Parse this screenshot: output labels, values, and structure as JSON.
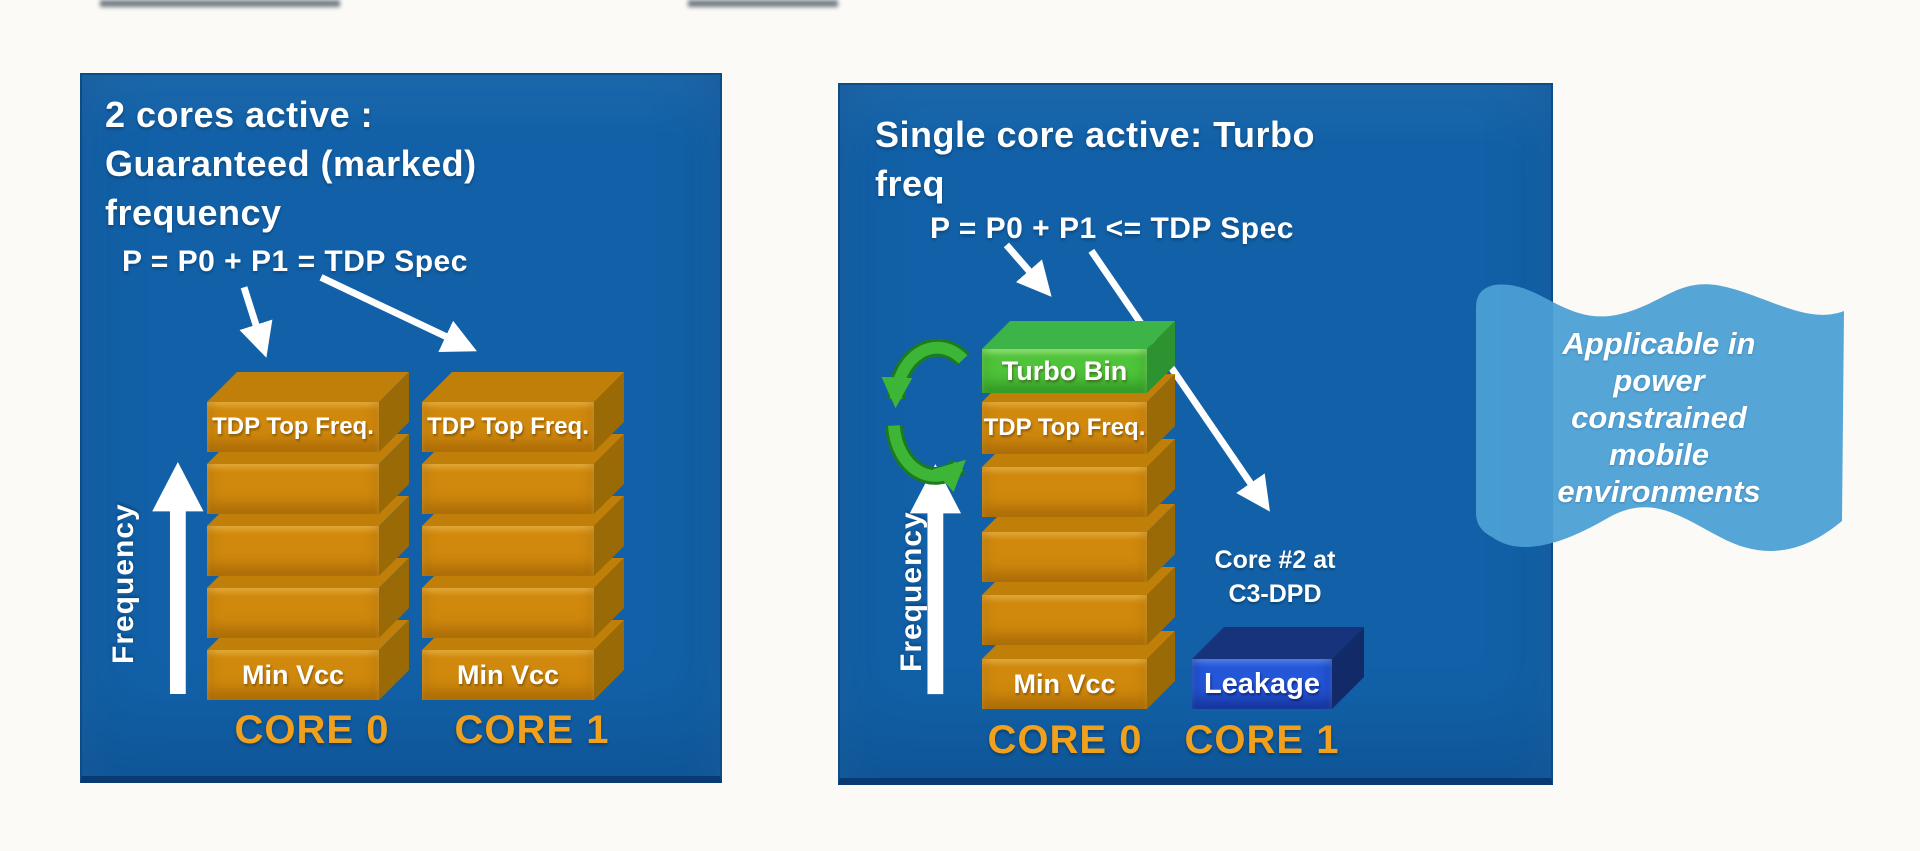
{
  "colors": {
    "page_bg": "#fbfaf7",
    "panel_blue": "#1261a8",
    "panel_edge": "#0c4d88",
    "block_orange_front": "#d0890c",
    "block_orange_top": "#c07f08",
    "block_orange_side": "#9a6a06",
    "block_green_front": "#4fc43a",
    "block_green_top": "#3cb448",
    "block_green_side": "#2d9330",
    "leakage_front": "#2456d8",
    "leakage_top": "#16337c",
    "leakage_side": "#122a68",
    "core_label_gold": "#efa01c",
    "flag_blue": "#4a9fd4",
    "arrow_white": "#ffffff",
    "cycle_green": "#3db637",
    "cycle_green_dark": "#1d7a1d"
  },
  "left_panel": {
    "title_lines": [
      "2 cores active :",
      "Guaranteed (marked)",
      "frequency"
    ],
    "formula": "P = P0 + P1 = TDP Spec",
    "axis_label": "Frequency",
    "stacks": [
      {
        "label": "CORE 0",
        "top_block": "TDP Top Freq.",
        "bottom_block": "Min Vcc"
      },
      {
        "label": "CORE 1",
        "top_block": "TDP Top Freq.",
        "bottom_block": "Min Vcc"
      }
    ]
  },
  "right_panel": {
    "title_lines": [
      "Single core active: Turbo",
      "freq"
    ],
    "formula": "P = P0 + P1 <= TDP Spec",
    "axis_label": "Frequency",
    "turbo_block": "Turbo Bin",
    "stack0": {
      "label": "CORE 0",
      "top_block": "TDP Top Freq.",
      "bottom_block": "Min Vcc"
    },
    "stack1": {
      "label": "CORE 1",
      "leakage_block": "Leakage",
      "annotation_lines": [
        "Core #2 at",
        "C3-DPD"
      ]
    }
  },
  "flag": {
    "lines": [
      "Applicable in",
      "power",
      "constrained",
      "mobile",
      "environments"
    ]
  }
}
